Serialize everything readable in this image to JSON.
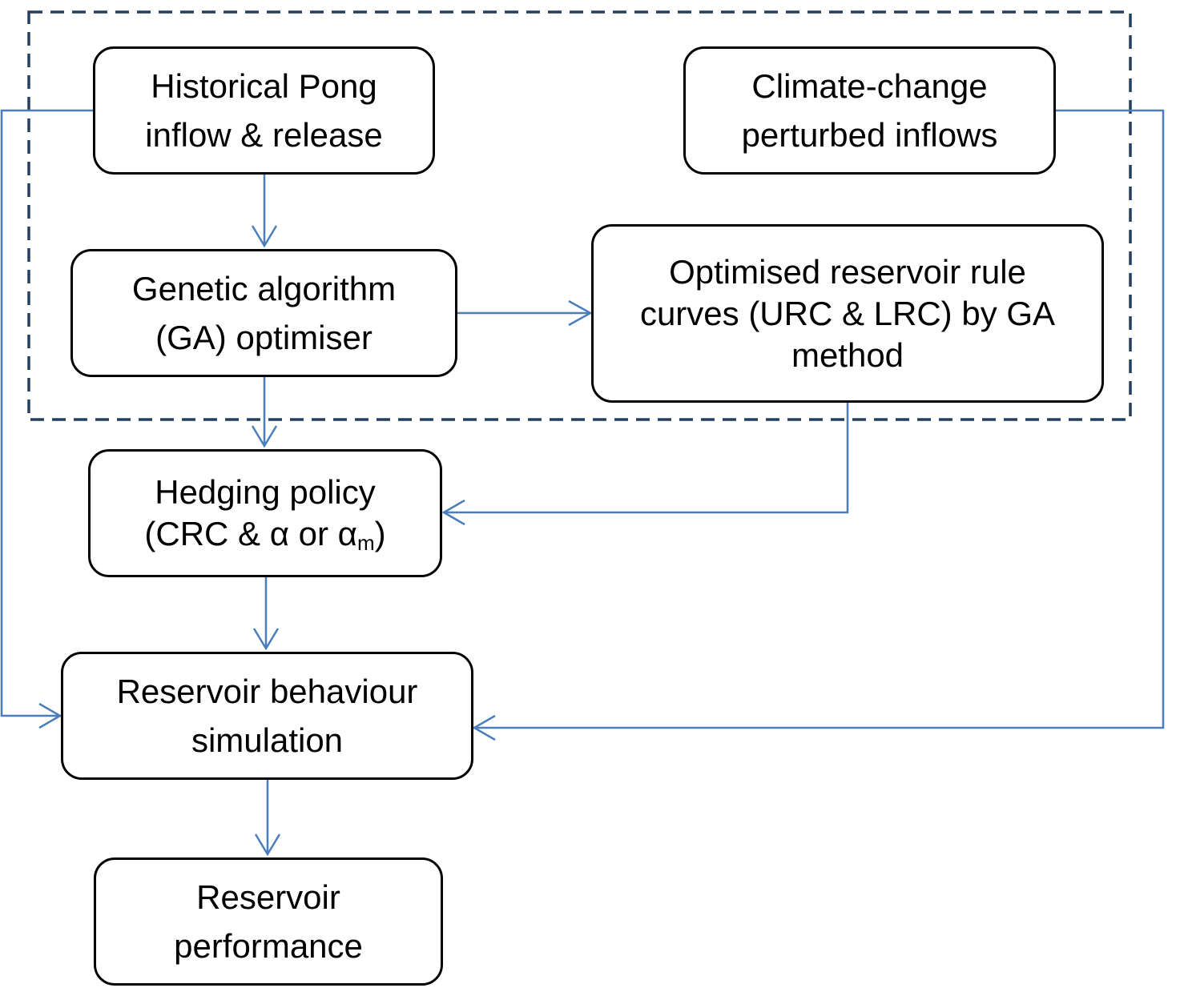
{
  "colors": {
    "arrow": "#4a7ebb",
    "frame": "#243f60",
    "box_border": "#000000"
  },
  "nodes": {
    "historical": {
      "line1": "Historical Pong",
      "line2": "inflow & release"
    },
    "climate": {
      "line1": "Climate-change",
      "line2": "perturbed inflows"
    },
    "ga": {
      "line1": "Genetic algorithm",
      "line2": "(GA) optimiser"
    },
    "optimised": {
      "line1": "Optimised reservoir rule",
      "line2": "curves (URC & LRC) by GA",
      "line3": "method"
    },
    "hedging": {
      "line1": "Hedging policy",
      "line2_prefix": "(CRC & α or α",
      "line2_sub": "m",
      "line2_suffix": ")"
    },
    "simulation": {
      "line1": "Reservoir behaviour",
      "line2": "simulation"
    },
    "performance": {
      "line1": "Reservoir",
      "line2": "performance"
    }
  }
}
